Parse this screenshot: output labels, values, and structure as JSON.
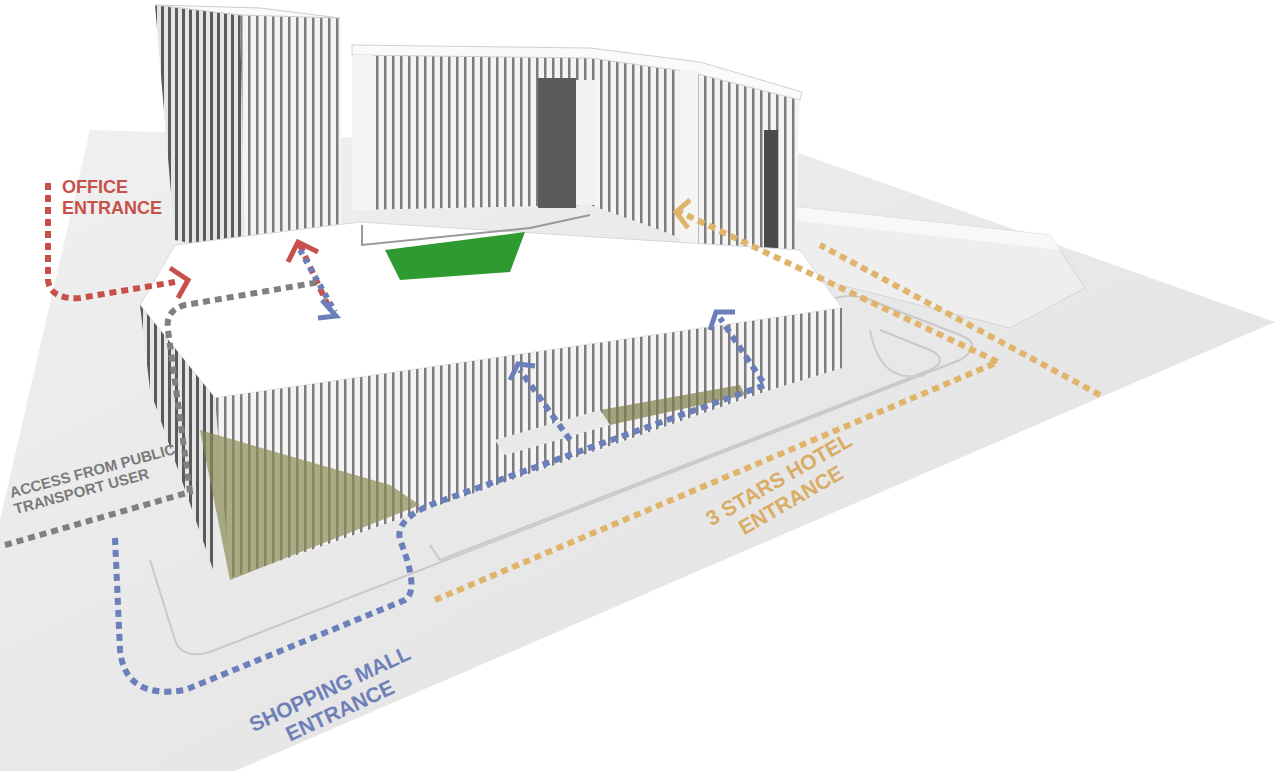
{
  "diagram": {
    "labels": [
      "OFFICE ENTRANCE",
      "ACCESS FROM PUBLIC TRANSPORT USER",
      "3 STARS HOTEL ENTRANCE",
      "SHOPPING MALL ENTRANCE"
    ]
  }
}
